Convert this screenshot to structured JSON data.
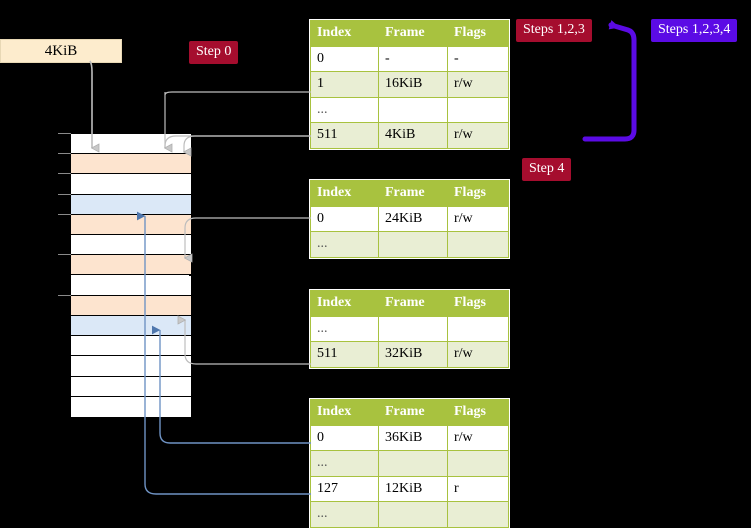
{
  "labels": {
    "size_box": "4KiB",
    "step0": "Step 0",
    "step4": "Step 4",
    "steps123": "Steps 1,2,3",
    "steps1234": "Steps 1,2,3,4"
  },
  "colors": {
    "badge_red": "#a50d2e",
    "badge_blue": "#5b0be5",
    "table_header": "#a8c23f",
    "table_alt_row": "#e9eed4",
    "highlight": "#ffff9e",
    "mem_orange": "#fde4cf",
    "mem_blue": "#dbe8f7",
    "size_box_fill": "#fdeccd",
    "arrow_blue": "#5b0be5",
    "wire_grey": "#b9b9b9",
    "wire_blue": "#6f93c4"
  },
  "tables": [
    {
      "name": "pml4-table",
      "columns": [
        "Index",
        "Frame",
        "Flags"
      ],
      "rows": [
        {
          "cells": [
            "0",
            "-",
            "-"
          ],
          "style": "plain",
          "highlight": false
        },
        {
          "cells": [
            "1",
            "16KiB",
            "r/w"
          ],
          "style": "alt",
          "highlight": false
        },
        {
          "cells": [
            "...",
            "",
            ""
          ],
          "style": "plain",
          "highlight": false
        },
        {
          "cells": [
            "511",
            "4KiB",
            "r/w"
          ],
          "style": "alt",
          "highlight": true
        }
      ]
    },
    {
      "name": "pdpt-table",
      "columns": [
        "Index",
        "Frame",
        "Flags"
      ],
      "rows": [
        {
          "cells": [
            "0",
            "24KiB",
            "r/w"
          ],
          "style": "plain",
          "highlight": false
        },
        {
          "cells": [
            "...",
            "",
            ""
          ],
          "style": "alt",
          "highlight": false
        }
      ]
    },
    {
      "name": "pd-table",
      "columns": [
        "Index",
        "Frame",
        "Flags"
      ],
      "rows": [
        {
          "cells": [
            "...",
            "",
            ""
          ],
          "style": "plain",
          "highlight": false
        },
        {
          "cells": [
            "511",
            "32KiB",
            "r/w"
          ],
          "style": "alt",
          "highlight": false
        }
      ]
    },
    {
      "name": "pt-table",
      "columns": [
        "Index",
        "Frame",
        "Flags"
      ],
      "rows": [
        {
          "cells": [
            "0",
            "36KiB",
            "r/w"
          ],
          "style": "plain",
          "highlight": false
        },
        {
          "cells": [
            "...",
            "",
            ""
          ],
          "style": "alt",
          "highlight": false
        },
        {
          "cells": [
            "127",
            "12KiB",
            "r"
          ],
          "style": "plain",
          "highlight": false
        },
        {
          "cells": [
            "...",
            "",
            ""
          ],
          "style": "alt",
          "highlight": false
        }
      ]
    }
  ],
  "memory_rows": [
    {
      "fill": "white"
    },
    {
      "fill": "orange"
    },
    {
      "fill": "white"
    },
    {
      "fill": "bluecell"
    },
    {
      "fill": "orange"
    },
    {
      "fill": "white"
    },
    {
      "fill": "orange"
    },
    {
      "fill": "white"
    },
    {
      "fill": "orange"
    },
    {
      "fill": "bluecell"
    },
    {
      "fill": "white"
    },
    {
      "fill": "white"
    },
    {
      "fill": "white"
    },
    {
      "fill": "white"
    }
  ]
}
